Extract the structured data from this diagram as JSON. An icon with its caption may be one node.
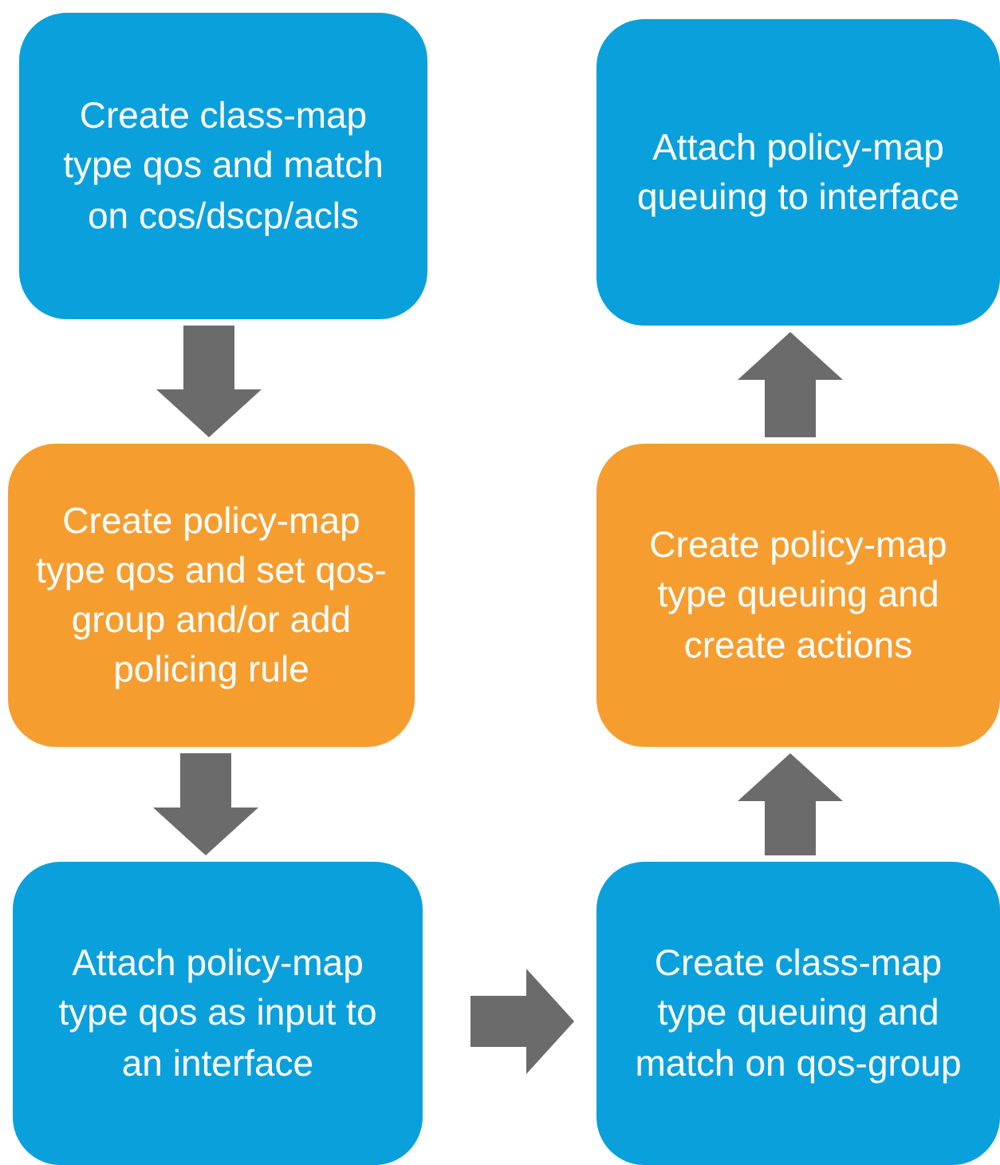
{
  "diagram": {
    "nodes": [
      {
        "text": [
          "Create class-map type qos and match on cos/dscp/acls"
        ]
      },
      {
        "text": [
          "Create policy-map type qos and set qos-group and/or add policing rule"
        ]
      },
      {
        "text": [
          "Attach policy-map type qos as input to an interface"
        ]
      },
      {
        "text": [
          "Create class-map type queuing and match on qos-group"
        ]
      },
      {
        "text": [
          "Create policy-map type queuing and create actions"
        ]
      },
      {
        "text": [
          "Attach policy-map queuing to interface"
        ]
      }
    ],
    "edges": [
      {
        "from": 0,
        "to": 1,
        "arrow": "to"
      },
      {
        "from": 1,
        "to": 2,
        "arrow": "to"
      },
      {
        "from": 2,
        "to": 3,
        "arrow": "to"
      },
      {
        "from": 3,
        "to": 4,
        "arrow": "to"
      },
      {
        "from": 4,
        "to": 5,
        "arrow": "to"
      }
    ]
  }
}
